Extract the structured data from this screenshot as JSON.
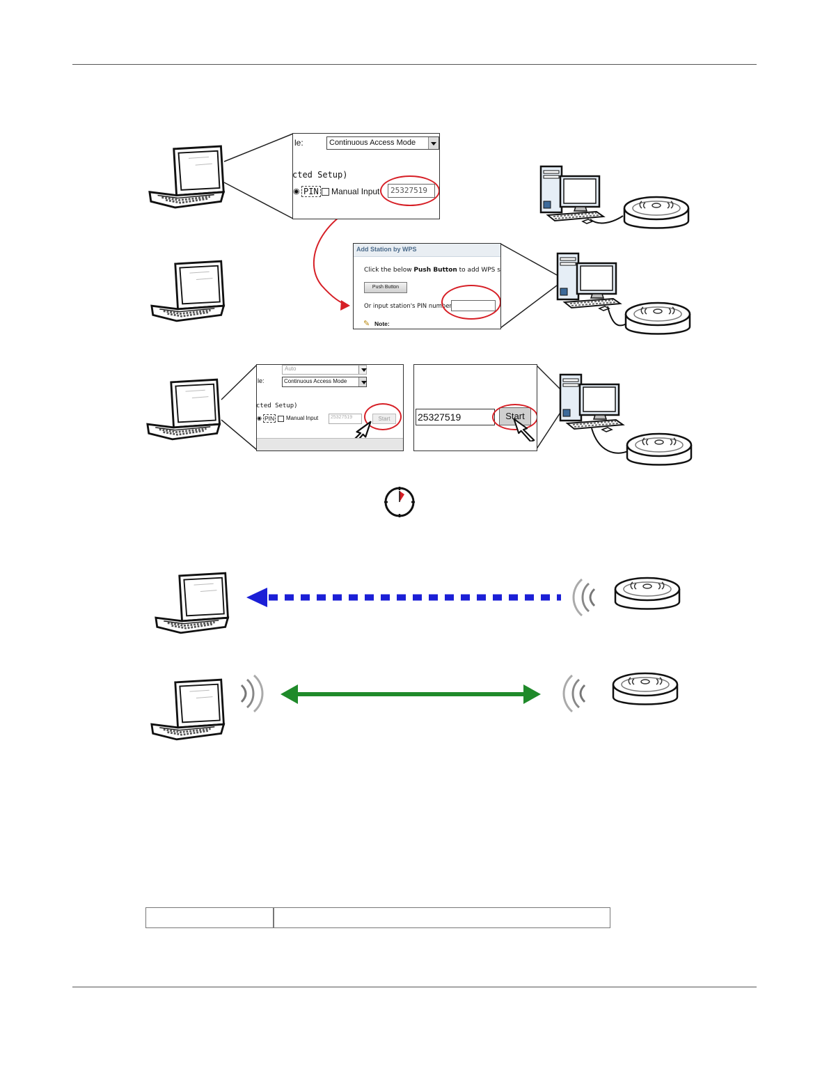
{
  "step1": {
    "mode_label": "le:",
    "mode_value": "Continuous Access Mode",
    "setup_label": "cted Setup)",
    "pin_label": "PIN",
    "manual_label": "Manual Input",
    "pin_value": "25327519"
  },
  "step2": {
    "header": "Add Station by WPS",
    "instruction_pre": "Click the below ",
    "instruction_bold": "Push Button",
    "instruction_post": " to add WPS station",
    "push_button": "Push Button",
    "pin_prompt": "Or input station's PIN number:",
    "note": "Note:"
  },
  "step3": {
    "top_value": "Auto",
    "mode_label": "le:",
    "mode_value": "Continuous Access Mode",
    "setup_label": "cted Setup)",
    "pin_label": "PIN",
    "manual_label": "Manual Input",
    "pin_value": "25327519",
    "start_label": "Start",
    "right_pin_value": "25327519",
    "right_start_label": "Start"
  },
  "colors": {
    "highlight_ring": "#d61f26",
    "search_arrow": "#1b1fd6",
    "connected_arrow": "#1f8a2a"
  },
  "icons": [
    "laptop-icon",
    "desktop-computer-icon",
    "access-point-icon",
    "timer-icon",
    "wireless-signal-icon",
    "mouse-pointer-icon"
  ]
}
